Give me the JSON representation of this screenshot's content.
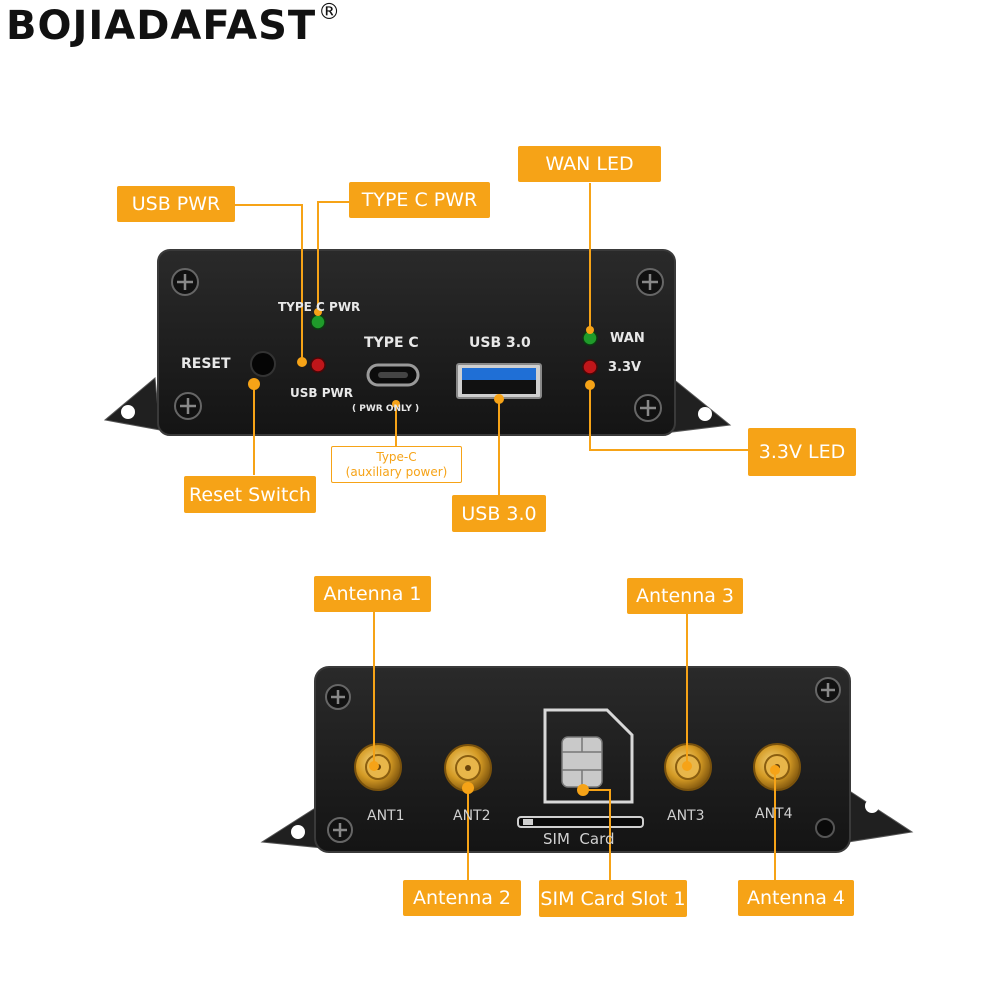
{
  "brand": {
    "name": "BOJIADAFAST",
    "mark": "®"
  },
  "front_panel": {
    "printed": {
      "type_c_pwr": "TYPE C PWR",
      "usb_pwr": "USB PWR",
      "reset": "RESET",
      "type_c": "TYPE C",
      "pwr_only": "( PWR ONLY )",
      "usb30": "USB 3.0",
      "wan": "WAN",
      "v33": "3.3V"
    },
    "callouts": {
      "usb_pwr": "USB PWR",
      "type_c_pwr": "TYPE C PWR",
      "wan_led": "WAN LED",
      "reset_switch": "Reset Switch",
      "type_c_line1": "Type-C",
      "type_c_line2": "(auxiliary power)",
      "usb30": "USB 3.0",
      "led33": "3.3V LED"
    }
  },
  "back_panel": {
    "printed": {
      "ant1": "ANT1",
      "ant2": "ANT2",
      "ant3": "ANT3",
      "ant4": "ANT4",
      "sim_card": "SIM  Card"
    },
    "callouts": {
      "antenna1": "Antenna 1",
      "antenna2": "Antenna 2",
      "antenna3": "Antenna 3",
      "antenna4": "Antenna 4",
      "sim_slot": "SIM Card Slot 1"
    }
  },
  "colors": {
    "accent": "#f6a317",
    "device": "#1b1b1b",
    "led_green": "#1f9b2a",
    "led_red": "#c0161a",
    "usb_blue": "#1f6fd6",
    "connector_gold": "#d49a24"
  }
}
